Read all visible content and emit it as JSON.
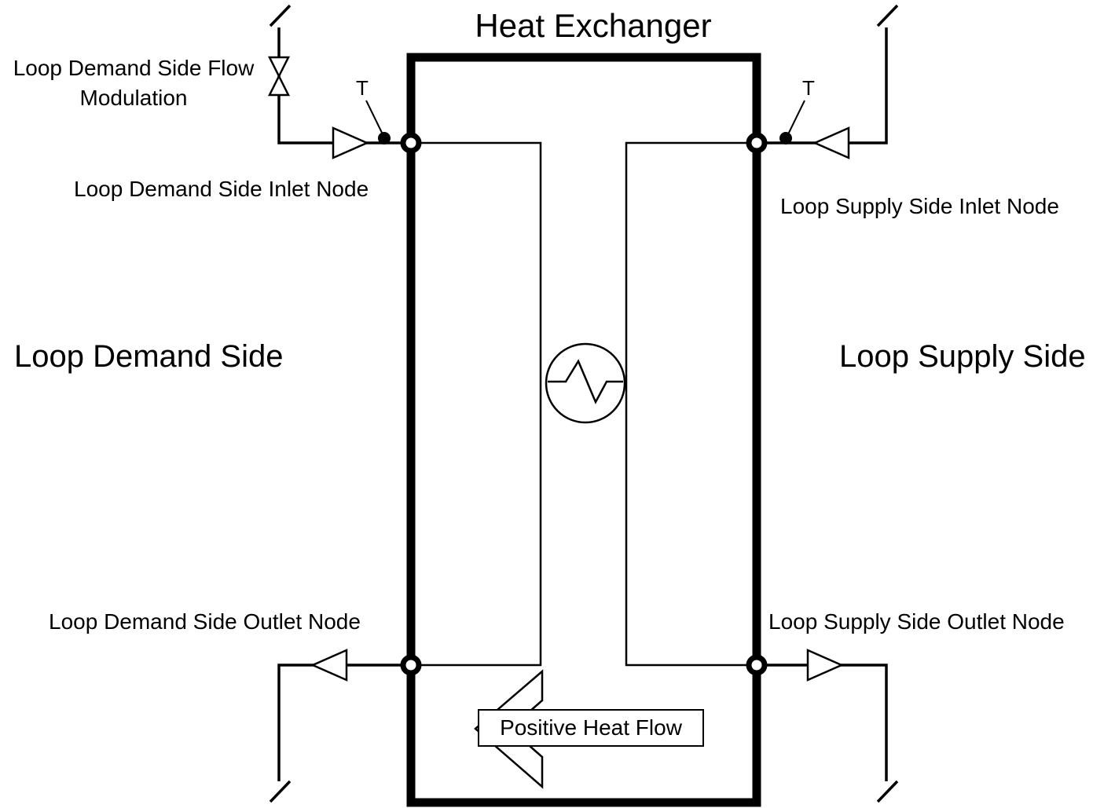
{
  "diagram": {
    "title": "Heat Exchanger",
    "sides": {
      "demand": "Loop Demand Side",
      "supply": "Loop Supply Side"
    },
    "nodes": {
      "demand_inlet": "Loop Demand Side Inlet Node",
      "demand_outlet": "Loop Demand Side Outlet Node",
      "supply_inlet": "Loop Supply Side Inlet Node",
      "supply_outlet": "Loop Supply Side Outlet Node"
    },
    "annotations": {
      "flow_modulation": "Loop Demand Side Flow Modulation",
      "positive_heat_flow": "Positive Heat Flow",
      "temperature_sensor_demand": "T",
      "temperature_sensor_supply": "T"
    },
    "colors": {
      "line": "#000000",
      "background": "#ffffff"
    }
  }
}
